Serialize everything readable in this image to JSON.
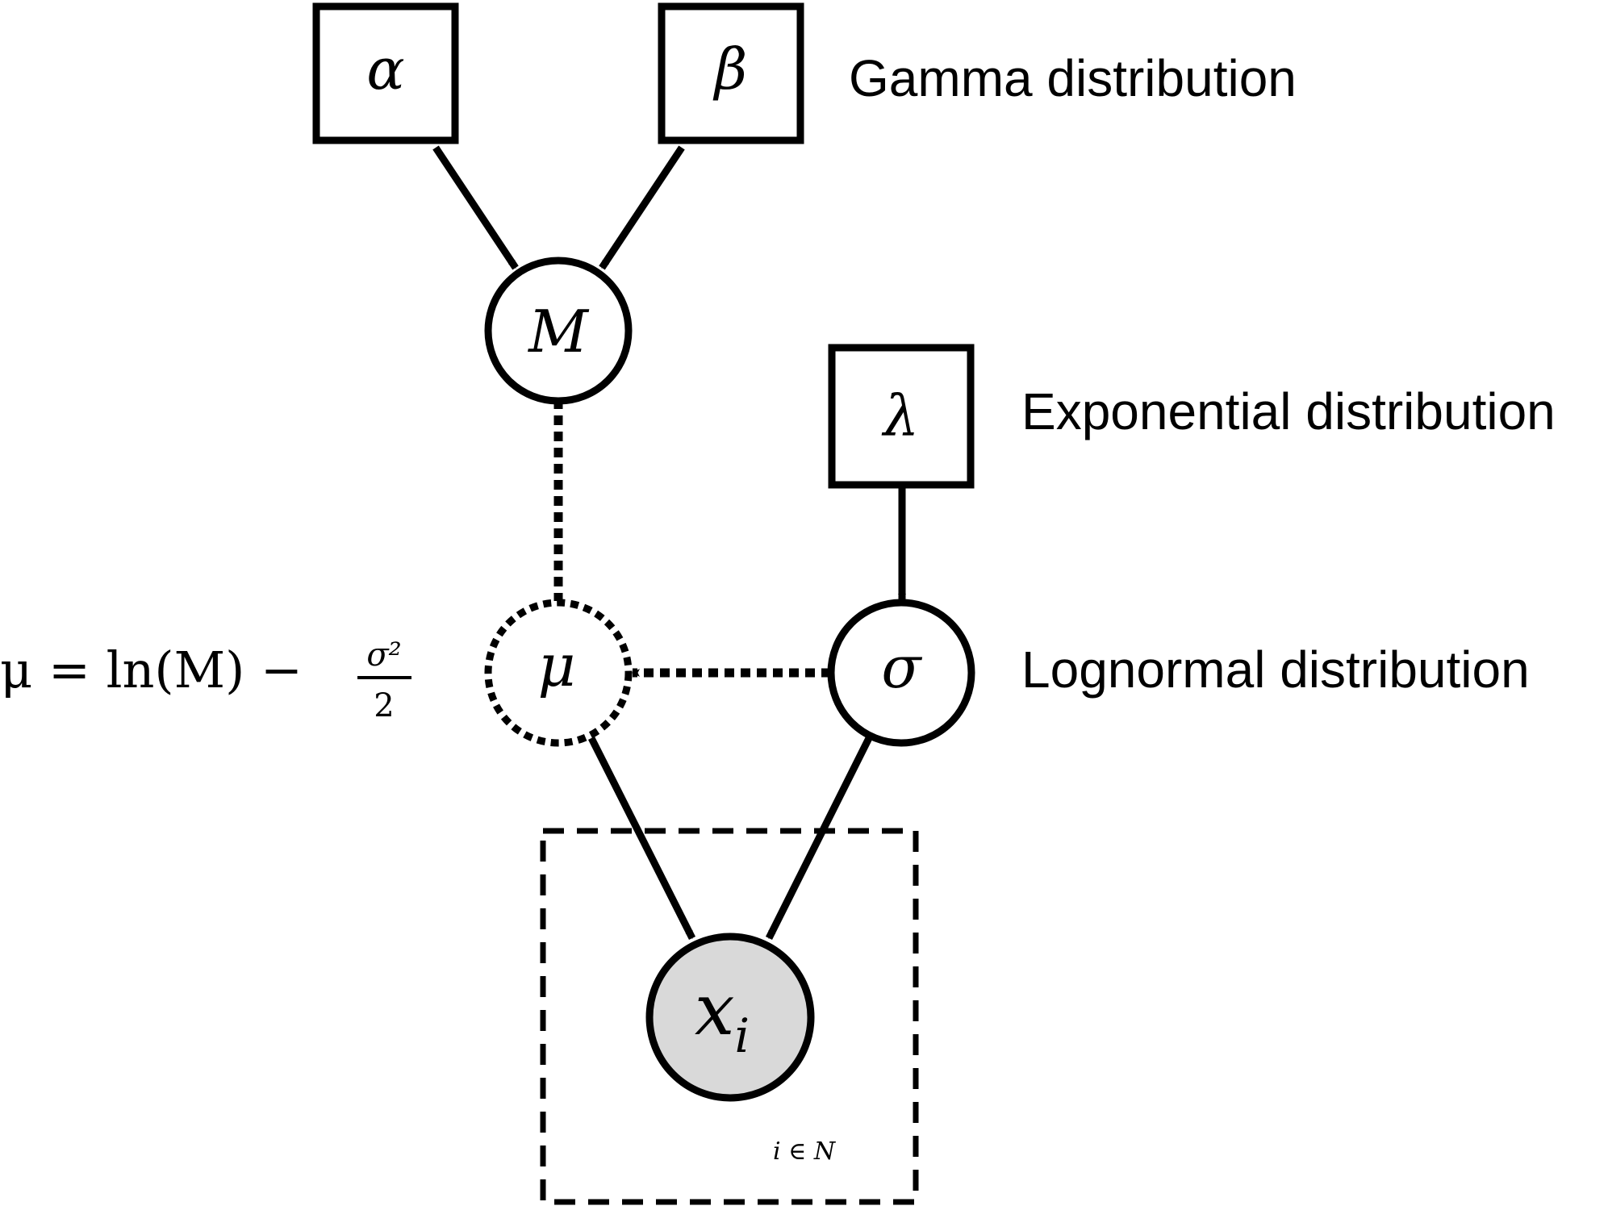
{
  "nodes": {
    "alpha": {
      "symbol": "α",
      "shape": "square",
      "style": "solid"
    },
    "beta": {
      "symbol": "β",
      "shape": "square",
      "style": "solid"
    },
    "M": {
      "symbol": "M",
      "shape": "circle",
      "style": "solid"
    },
    "lambda": {
      "symbol": "λ",
      "shape": "square",
      "style": "solid"
    },
    "mu": {
      "symbol": "μ",
      "shape": "circle",
      "style": "dotted"
    },
    "sigma": {
      "symbol": "σ",
      "shape": "circle",
      "style": "solid"
    },
    "x": {
      "symbol": "x",
      "subscript": "i",
      "shape": "circle",
      "style": "solid",
      "fill": "#d9d9d9"
    }
  },
  "labels": {
    "gamma": "Gamma distribution",
    "exponential": "Exponential distribution",
    "lognormal": "Lognormal distribution"
  },
  "formula": {
    "lhs": "μ = ln(M) −",
    "numerator": "σ²",
    "denominator": "2"
  },
  "plate": {
    "label": "i ∈ N",
    "style": "dashed"
  },
  "edges": [
    {
      "from": "alpha",
      "to": "M",
      "style": "solid"
    },
    {
      "from": "beta",
      "to": "M",
      "style": "solid"
    },
    {
      "from": "M",
      "to": "mu",
      "style": "dotted"
    },
    {
      "from": "lambda",
      "to": "sigma",
      "style": "solid"
    },
    {
      "from": "sigma",
      "to": "mu",
      "style": "dotted"
    },
    {
      "from": "mu",
      "to": "x",
      "style": "solid"
    },
    {
      "from": "sigma",
      "to": "x",
      "style": "solid"
    }
  ],
  "colors": {
    "stroke": "#000000",
    "observed_fill": "#d9d9d9",
    "background": "#ffffff"
  }
}
